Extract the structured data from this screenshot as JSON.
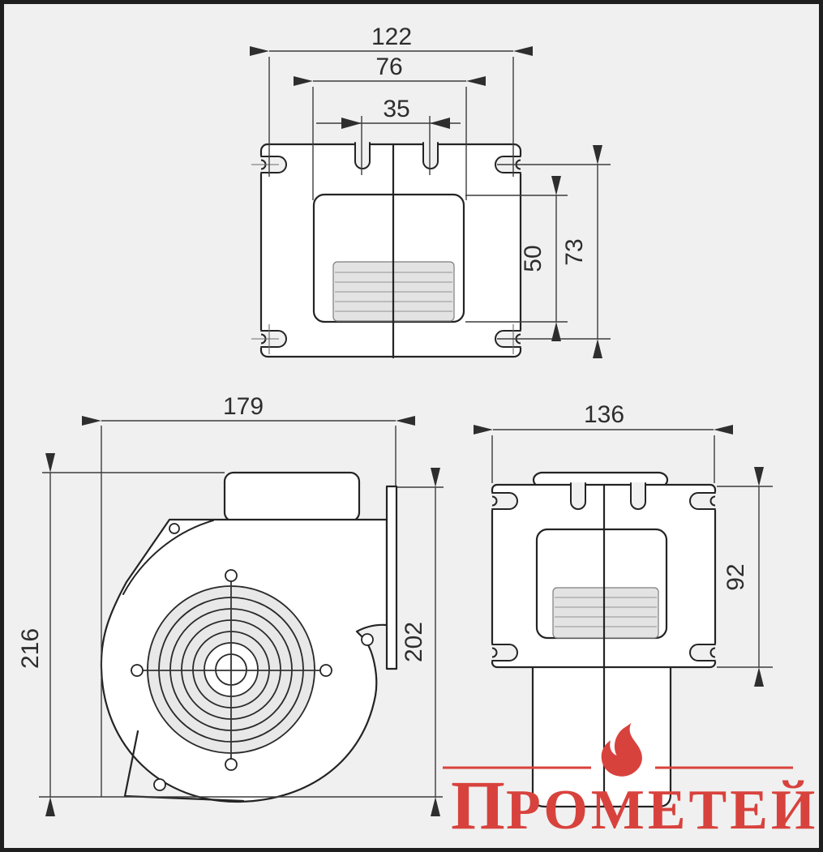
{
  "page": {
    "background": "#f0f0f0",
    "frame_color": "#1f1f1f",
    "line_color": "#242424",
    "accent_red": "#d8423d"
  },
  "views": {
    "top": {
      "name": "top view of mounting flange",
      "dims": {
        "overall_width": "122",
        "inner_width": "76",
        "notch_spacing": "35",
        "inner_depth": "50",
        "mount_depth": "73"
      }
    },
    "side": {
      "name": "side view of fan volute",
      "dims": {
        "overall_length": "179",
        "overall_height": "216",
        "flange_height": "202"
      }
    },
    "front": {
      "name": "front view of flange and duct",
      "dims": {
        "flange_width": "136",
        "body_height": "92"
      }
    }
  },
  "brand": {
    "initial": "П",
    "rest": "РОМЕТЕЙ",
    "color": "#d8423d",
    "flame_icon": "flame-icon"
  }
}
